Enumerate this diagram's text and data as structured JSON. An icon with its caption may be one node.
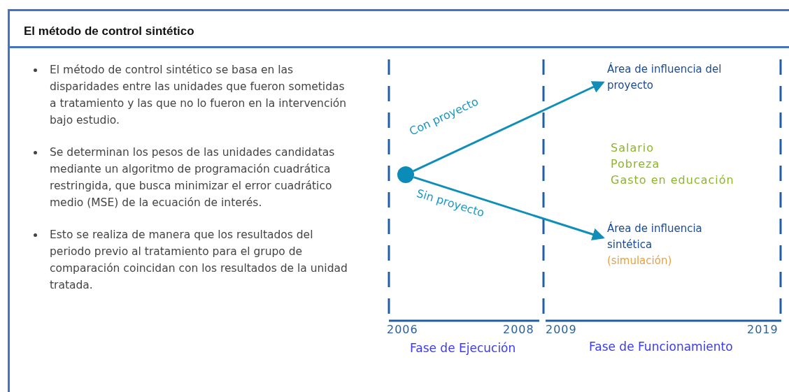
{
  "diagram": {
    "title": "El método de control sintético",
    "nodes": [
      {
        "text": [],
        "shape": "circle"
      },
      {
        "text": [
          "Área de influencia del proyecto"
        ]
      },
      {
        "text": [
          "Área de influencia sintética",
          "(simulación)"
        ]
      }
    ],
    "edges": [
      {
        "from": 0,
        "to": 1,
        "arrow": "to",
        "label": "Con proyecto"
      },
      {
        "from": 0,
        "to": 2,
        "arrow": "to",
        "label": "Sin proyecto"
      }
    ],
    "labels": [
      "El método de control sintético se basa en las disparidades entre las unidades que fueron sometidas a tratamiento y las que no lo fueron en la intervención bajo estudio.",
      "Se determinan los pesos de las unidades candidatas mediante un algoritmo de programación cuadrática restringida, que busca minimizar el error cuadrático medio (MSE) de la ecuación de interés.",
      "Esto se realiza de manera que los resultados del periodo previo al tratamiento para el grupo de comparación coincidan con los resultados de la unidad tratada.",
      "Salario",
      "Pobreza",
      "Gasto en educación",
      "2006",
      "2008",
      "2009",
      "2019",
      "Fase de Ejecución",
      "Fase de Funcionamiento"
    ]
  }
}
